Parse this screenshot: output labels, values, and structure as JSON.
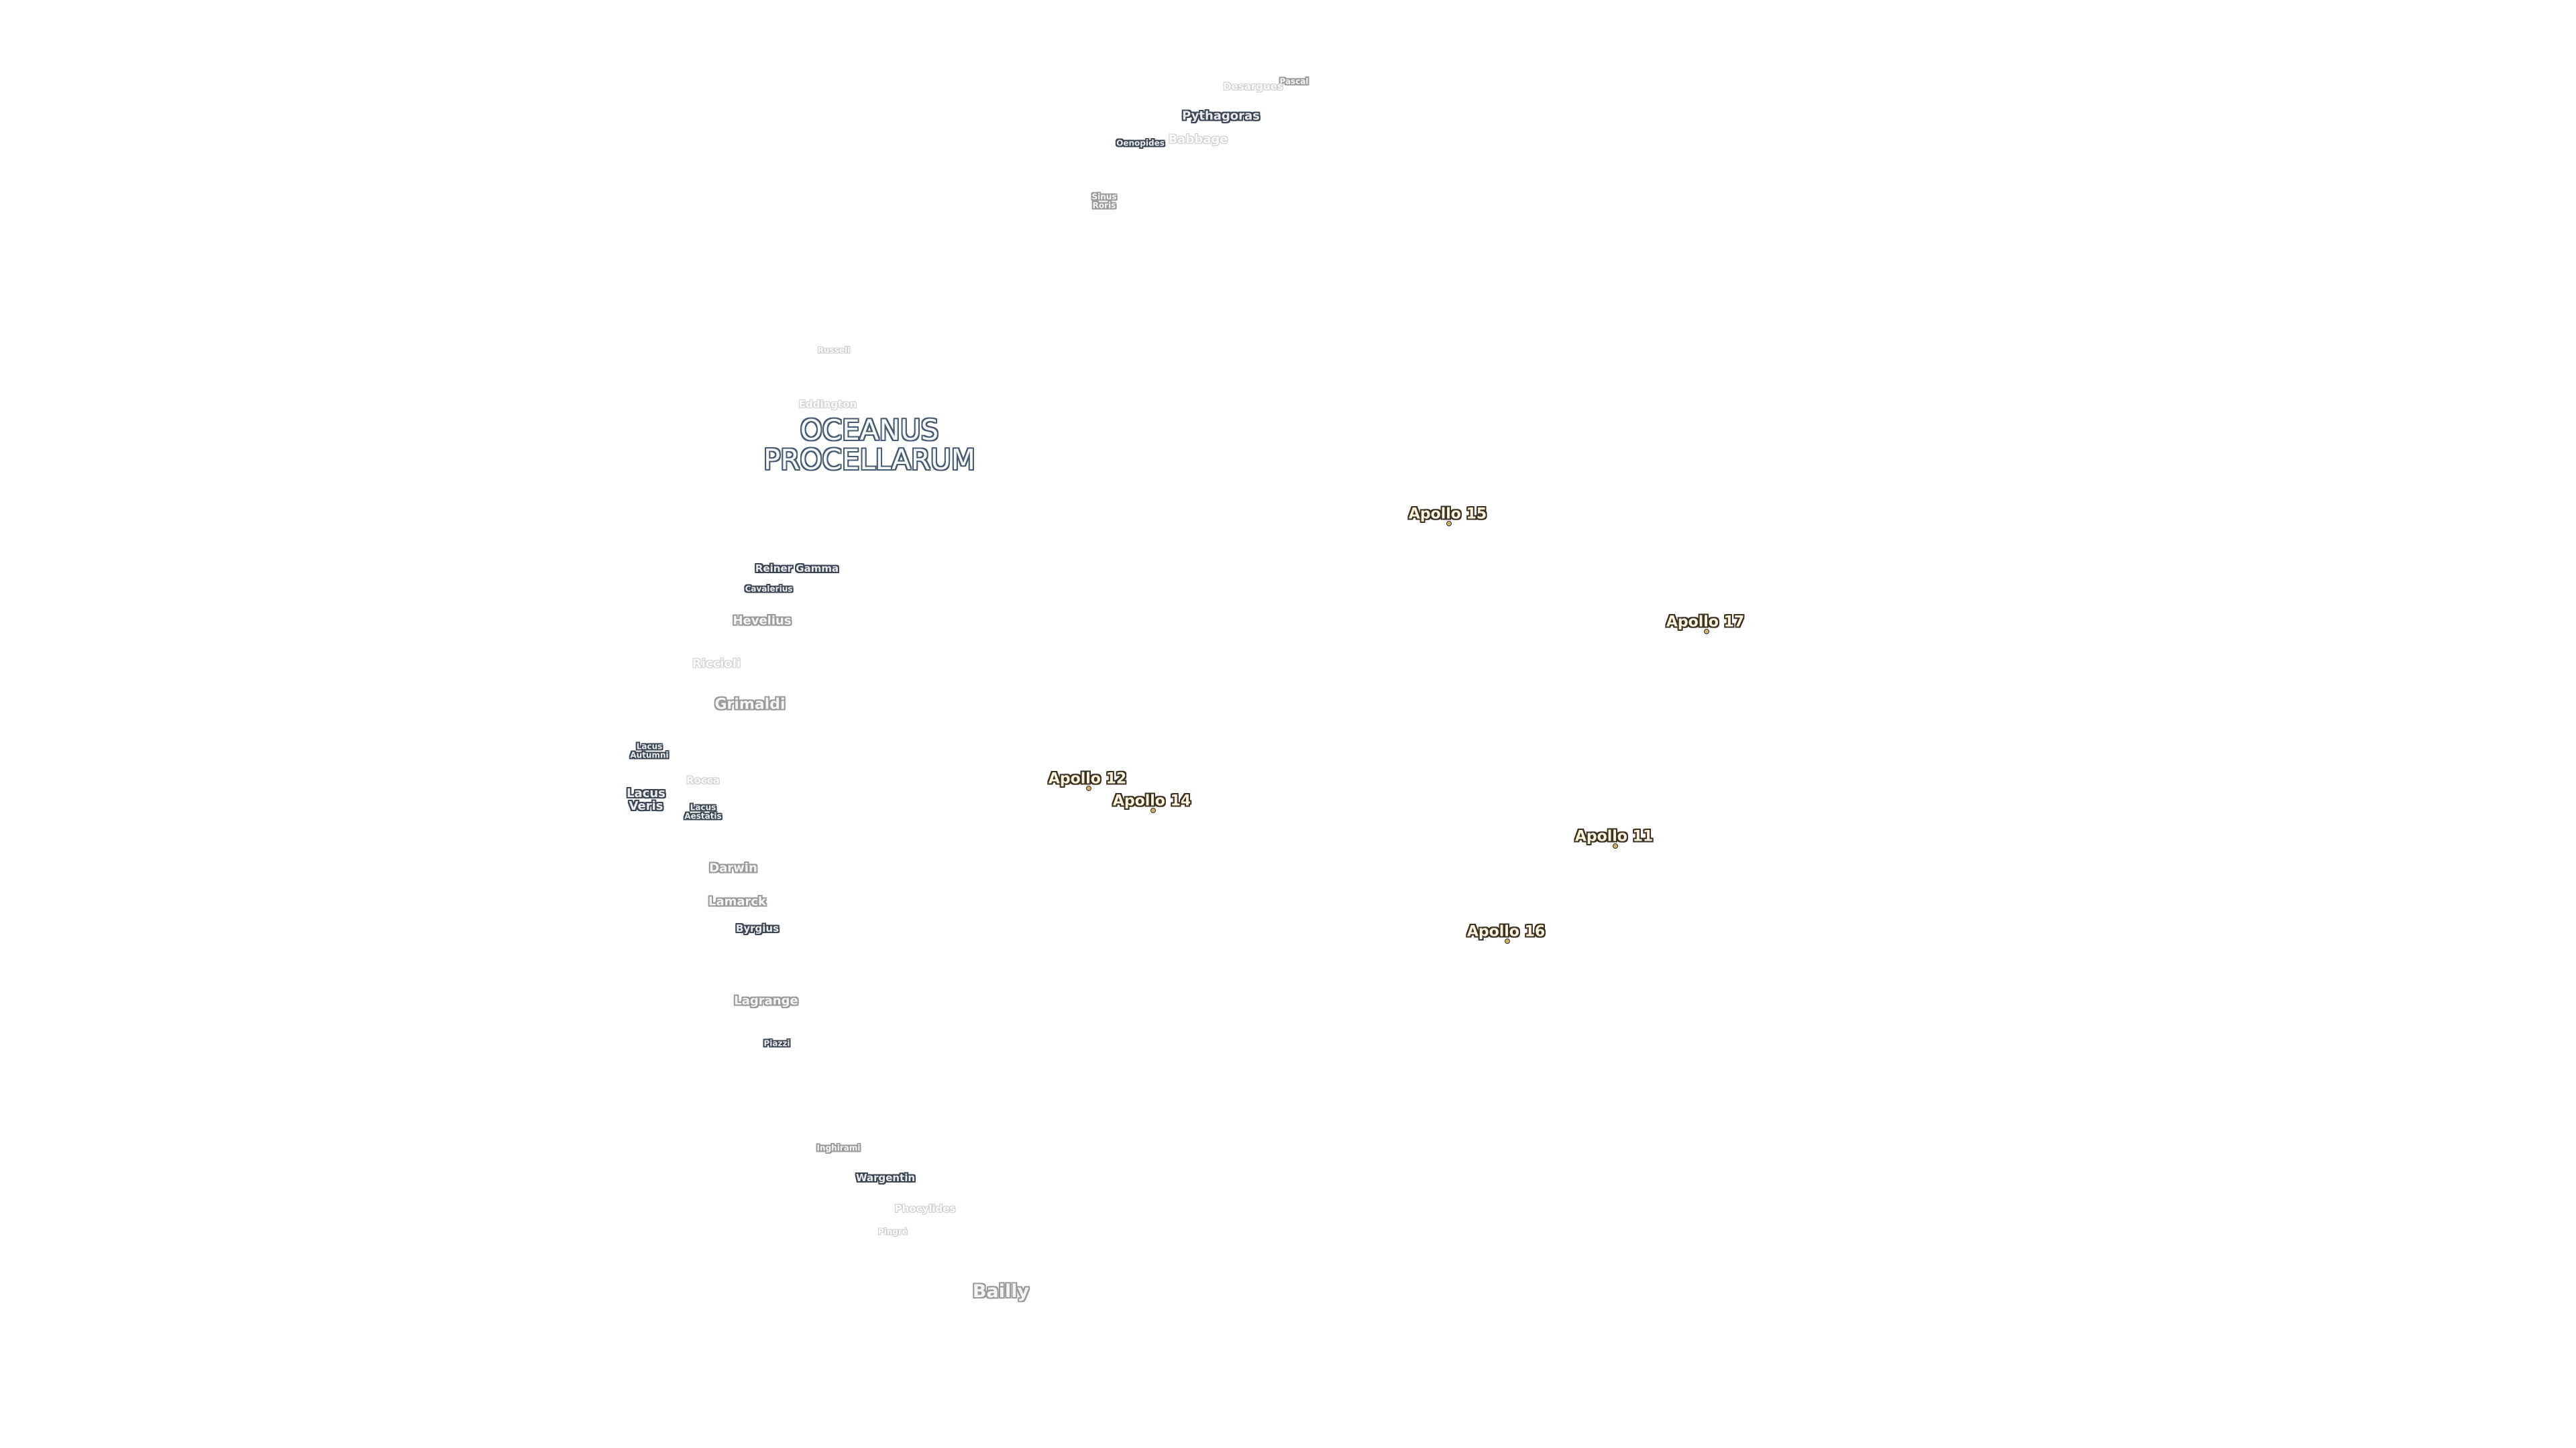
{
  "map": {
    "colors": {
      "background": "#ffffff",
      "crater_halo": "#6a6a6a",
      "mare_halo": "#4a5a70",
      "apollo_halo": "#3a3222",
      "apollo_marker": "#c8b070"
    },
    "labels": {
      "pascal": "Pascal",
      "desargues": "Desargues",
      "pythagoras": "Pythagoras",
      "oenopides": "Oenopides",
      "babbage": "Babbage",
      "sinus_roris": "Sinus\nRoris",
      "russell": "Russell",
      "eddington": "Eddington",
      "oceanus_procellarum": "OCEANUS\nPROCELLARUM",
      "reiner_gamma": "Reiner Gamma",
      "cavalerius": "Cavalerius",
      "hevelius": "Hevelius",
      "riccioli": "Riccioli",
      "grimaldi": "Grimaldi",
      "lacus_autumni": "Lacus\nAutumni",
      "rocca": "Rocca",
      "lacus_veris": "Lacus\nVeris",
      "lacus_aestatis": "Lacus\nAestatis",
      "darwin": "Darwin",
      "lamarck": "Lamarck",
      "byrgius": "Byrgius",
      "lagrange": "Lagrange",
      "piazzi": "Piazzi",
      "inghirami": "Inghirami",
      "wargentin": "Wargentin",
      "phocylides": "Phocylides",
      "pingre": "Pingré",
      "bailly": "Bailly"
    },
    "apollo_sites": {
      "apollo_11": "Apollo 11",
      "apollo_12": "Apollo 12",
      "apollo_14": "Apollo 14",
      "apollo_15": "Apollo 15",
      "apollo_16": "Apollo 16",
      "apollo_17": "Apollo 17"
    }
  }
}
